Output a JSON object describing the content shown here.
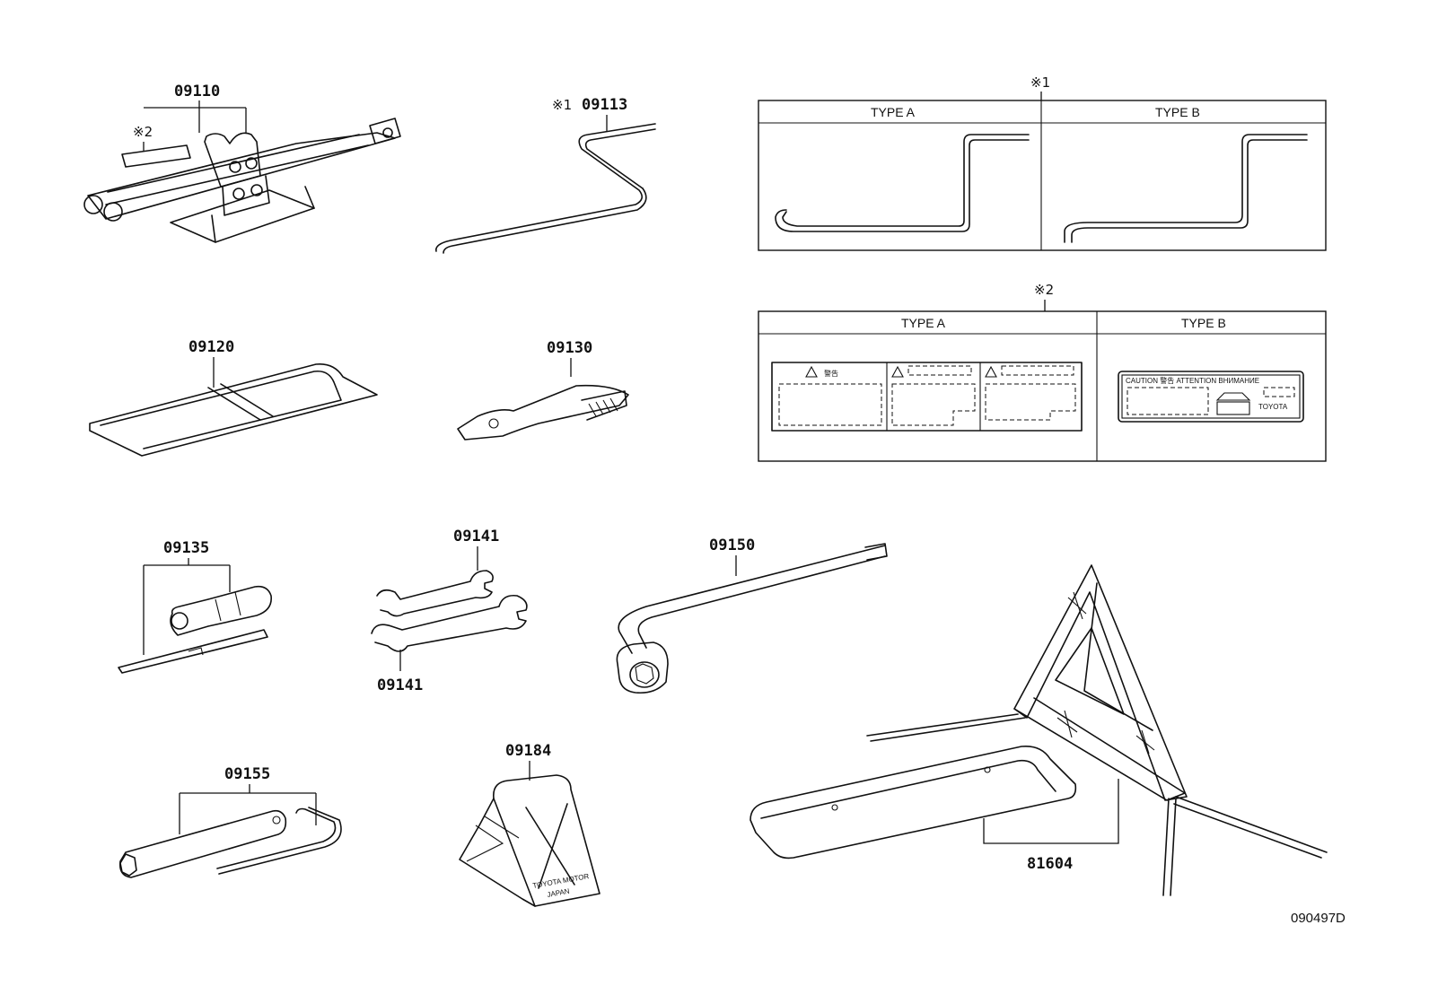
{
  "parts": {
    "jack": "09110",
    "jack_handle": "09113",
    "tool_bag": "09120",
    "pliers": "09130",
    "screwdriver": "09135",
    "wrench_upper": "09141",
    "wrench_lower": "09141",
    "wheel_wrench": "09150",
    "plug_wrench": "09155",
    "stand": "09184",
    "triangle": "81604"
  },
  "notes": {
    "ref1": "※1",
    "ref2": "※2",
    "ref1_label": "※1",
    "ref2_label": "※2"
  },
  "type_tables": {
    "ref1": {
      "col_a": "TYPE A",
      "col_b": "TYPE B"
    },
    "ref2": {
      "col_a": "TYPE A",
      "col_b": "TYPE B"
    }
  },
  "labels": {
    "warning_jp": "警告",
    "caution_strip": "CAUTION 警告 ATTENTION ВНИМАНИЕ",
    "toyota": "TOYOTA",
    "stand_line1": "TOYOTA MOTOR",
    "stand_line2": "JAPAN"
  },
  "drawing_code": "090497D"
}
